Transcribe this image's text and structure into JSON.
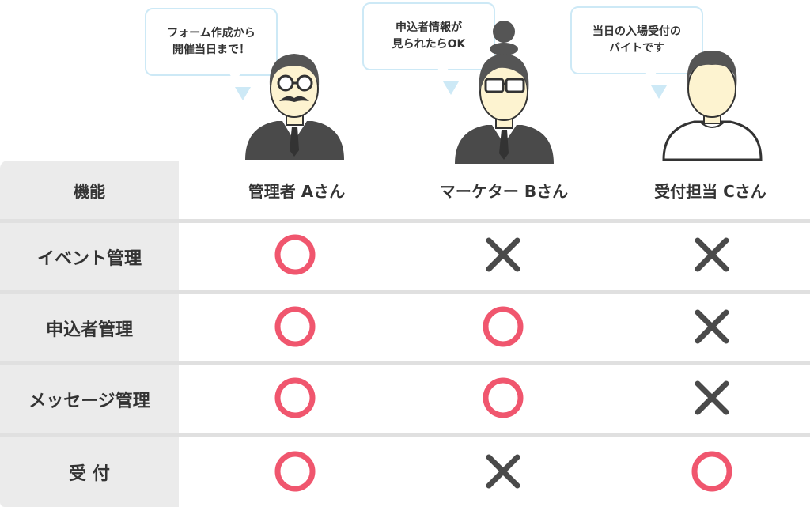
{
  "personas": [
    {
      "name": "管理者 Aさん",
      "bubble": [
        "フォーム作成から",
        "開催当日まで！"
      ]
    },
    {
      "name": "マーケター Bさん",
      "bubble": [
        "申込者情報が",
        "見られたらOK"
      ]
    },
    {
      "name": "受付担当 Cさん",
      "bubble": [
        "当日の入場受付の",
        "バイトです"
      ]
    }
  ],
  "table": {
    "header_label": "機能",
    "rows": [
      {
        "label": "イベント管理",
        "marks": [
          "circle",
          "cross",
          "cross"
        ]
      },
      {
        "label": "申込者管理",
        "marks": [
          "circle",
          "circle",
          "cross"
        ]
      },
      {
        "label": "メッセージ管理",
        "marks": [
          "circle",
          "circle",
          "cross"
        ]
      },
      {
        "label": "受 付",
        "marks": [
          "circle",
          "cross",
          "circle"
        ]
      }
    ]
  },
  "colors": {
    "circle": "#f0566e",
    "cross": "#4a4a4a",
    "label_bg": "#ebebeb",
    "divider": "#e0e0e0",
    "bubble_border": "#cde9f6",
    "suit": "#4a4a4a",
    "skin": "#fdf3d0"
  },
  "icons": [
    "person-a-icon",
    "person-b-icon",
    "person-c-icon",
    "circle-mark-icon",
    "cross-mark-icon"
  ]
}
